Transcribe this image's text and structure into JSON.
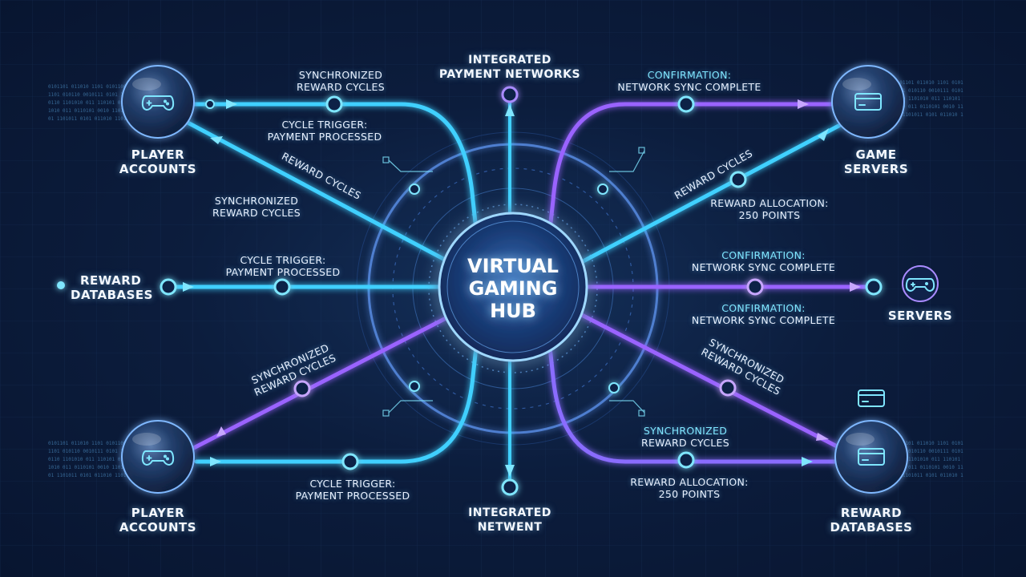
{
  "hub": {
    "line1": "Virtual",
    "line2": "Gaming",
    "line3": "Hub"
  },
  "nodes": {
    "player_accounts_top": {
      "line1": "Player",
      "line2": "Accounts",
      "icon": "gamepad-icon"
    },
    "game_servers": {
      "line1": "Game",
      "line2": "Servers",
      "icon": "credit-card-icon"
    },
    "reward_databases_left": {
      "line1": "Reward",
      "line2": "Databases"
    },
    "servers_right": {
      "line1": "Servers",
      "icon": "gamepad-icon"
    },
    "player_accounts_bottom": {
      "line1": "Player",
      "line2": "Accounts",
      "icon": "gamepad-icon"
    },
    "reward_databases_bottom": {
      "line1": "Reward",
      "line2": "Databases",
      "icon": "credit-card-icon"
    },
    "payment_top": {
      "line1": "Integrated",
      "line2": "Payment Networks"
    },
    "netwent_bottom": {
      "line1": "Integrated",
      "line2": "Netwent"
    }
  },
  "labels": {
    "sync_top_left": {
      "line1": "Synchronized",
      "line2": "Reward Cycles"
    },
    "trigger_top_left": {
      "line1": "Cycle Trigger:",
      "line2": "Payment Processed"
    },
    "reward_cycles_diag_left": {
      "line1": "Reward Cycles"
    },
    "sync_mid_left": {
      "line1": "Synchronized",
      "line2": "Reward Cycles"
    },
    "trigger_mid_left": {
      "line1": "Cycle Trigger:",
      "line2": "Payment Processed"
    },
    "sync_low_left": {
      "line1": "Synchronized",
      "line2": "Reward Cycles"
    },
    "trigger_bottom_left": {
      "line1": "Cycle Trigger:",
      "line2": "Payment Processed"
    },
    "confirm_top_right": {
      "line1": "Confirmation:",
      "line2": "Network Sync Complete"
    },
    "reward_cycles_diag_right": {
      "line1": "Reward Cycles"
    },
    "allocation_right": {
      "line1": "Reward Allocation:",
      "line2": "250 Points"
    },
    "confirm_mid_right": {
      "line1": "Confirmation:",
      "line2": "Network Sync Complete"
    },
    "confirm_low_right": {
      "line1": "Confirmation:",
      "line2": "Network Sync Complete"
    },
    "sync_low_right": {
      "line1": "Synchronized",
      "line2": "Reward Cycles"
    },
    "sync_bottom_right": {
      "line1": "Synchronized",
      "line2": "Reward Cycles"
    },
    "allocation_bottom_right": {
      "line1": "Reward Allocation:",
      "line2": "250 Points"
    }
  },
  "colors": {
    "cyan": "#3fd0ff",
    "violet": "#9a63ff",
    "blue": "#4aa8ff",
    "highlight": "#7fe6ff"
  }
}
